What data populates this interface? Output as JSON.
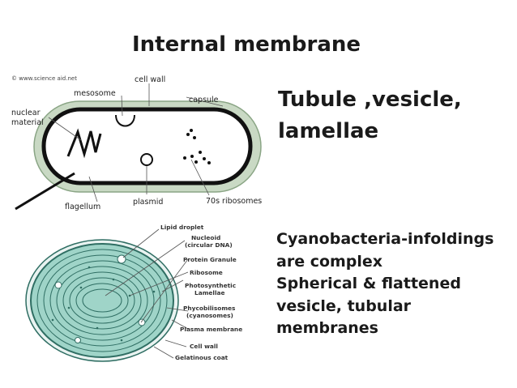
{
  "slide": {
    "title": "Internal membrane",
    "subtitle_lines": [
      "Tubule ,vesicle,",
      "lamellae"
    ],
    "notes_lines": [
      "Cyanobacteria-infoldings",
      "are complex",
      "Spherical & flattened",
      "vesicle, tubular",
      "membranes"
    ]
  },
  "bacterium_diagram": {
    "copyright": "© www.science aid.net",
    "labels": {
      "mesosome": "mesosome",
      "cell_wall": "cell wall",
      "capsule": "capsule",
      "nuclear": "nuclear",
      "material": "material",
      "flagellum": "flagellum",
      "plasmid": "plasmid",
      "ribosomes": "70s ribosomes"
    }
  },
  "cyanobacterium_diagram": {
    "labels": {
      "lipid_droplet": "Lipid droplet",
      "nucleoid": "Nucleoid",
      "nucleoid_sub": "(circular DNA)",
      "protein_granule": "Protein Granule",
      "ribosome": "Ribosome",
      "photosynthetic": "Photosynthetic",
      "lamellae": "Lamellae",
      "phycobilisomes": "Phycobilisomes",
      "cyanosomes": "(cyanosomes)",
      "plasma_membrane": "Plasma membrane",
      "cell_wall": "Cell wall",
      "gelatinous_coat": "Gelatinous coat"
    },
    "colors": {
      "fill": "#9fd4c8",
      "line": "#2f6e63"
    }
  }
}
